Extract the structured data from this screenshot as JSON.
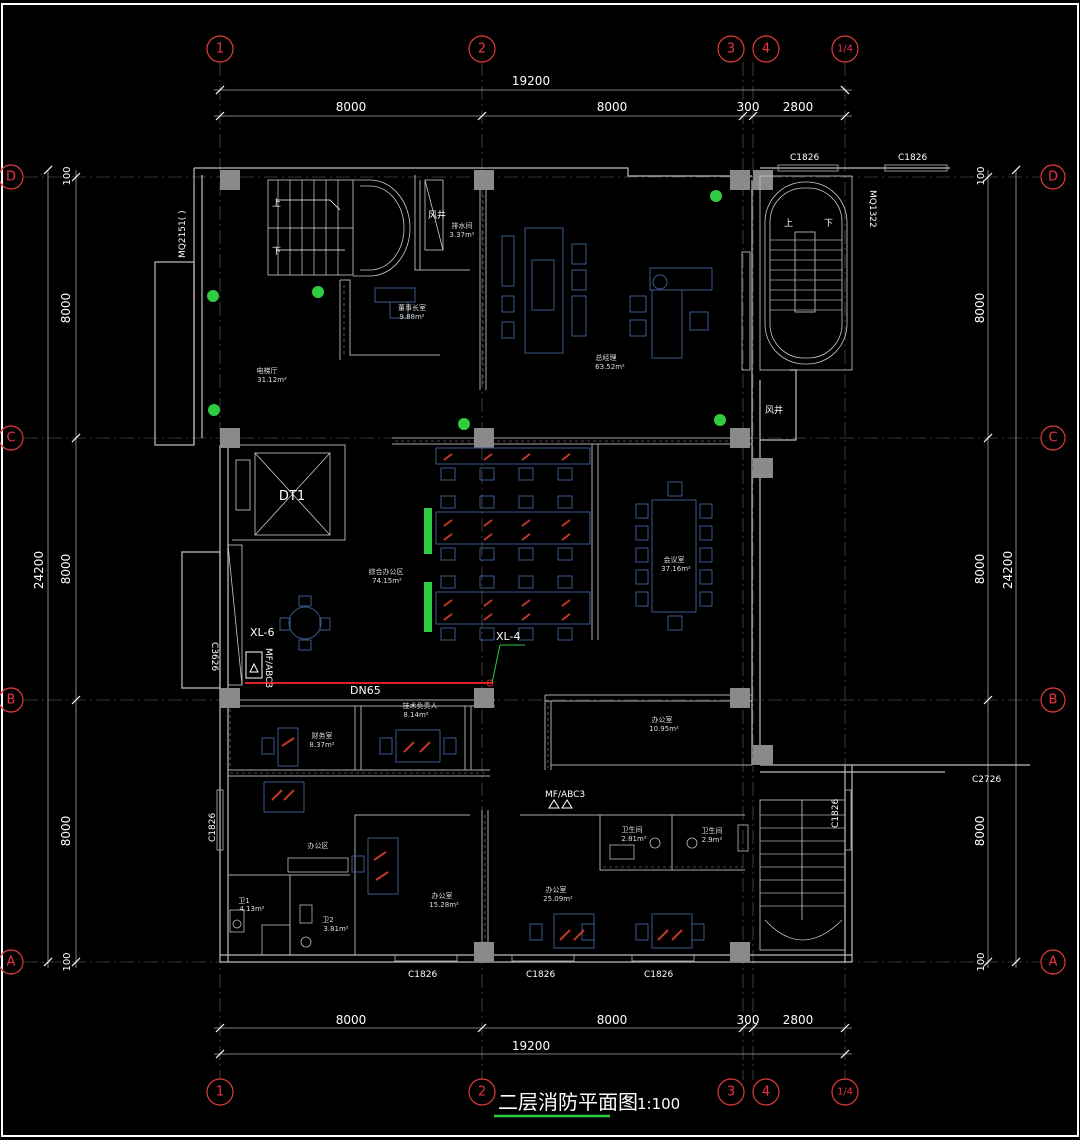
{
  "drawing": {
    "title": "二层消防平面图",
    "title_suffix": "1:100",
    "colors": {
      "background": "#000000",
      "wall": "#bdbdbd",
      "axis": "#e33b3b",
      "furniture": "#3a5a8c",
      "chair_accent": "#c0392b",
      "plant": "#2ecc40",
      "pipe": "#e02020"
    }
  },
  "dimensions": {
    "top_total": "19200",
    "top_segments": [
      "8000",
      "8000",
      "300",
      "2800"
    ],
    "bottom_total": "19200",
    "bottom_segments": [
      "8000",
      "8000",
      "300",
      "2800"
    ],
    "left_total": "24200",
    "left_segments": [
      "100",
      "8000",
      "8000",
      "8000",
      "100"
    ],
    "right_total": "24200",
    "right_segments": [
      "100",
      "8000",
      "8000",
      "8000",
      "100"
    ]
  },
  "axes": {
    "columns": [
      "1",
      "2",
      "3",
      "4",
      "1/4"
    ],
    "rows": [
      "D",
      "C",
      "B",
      "A"
    ]
  },
  "windows": [
    "C1826",
    "C1826",
    "C1826",
    "C1826",
    "C1826",
    "C1826",
    "C1826",
    "C2726",
    "C3626",
    "MQ1322",
    "MQ2151(  )"
  ],
  "rooms": [
    {
      "name": "排水间",
      "area": "3.37m²"
    },
    {
      "name": "董事长室",
      "area": "9.88m²"
    },
    {
      "name": "总经理",
      "area": "63.52m²"
    },
    {
      "name": "电梯厅",
      "area": "31.12m²"
    },
    {
      "name": "综合办公区",
      "area": "74.15m²"
    },
    {
      "name": "会议室",
      "area": "37.16m²"
    },
    {
      "name": "技术负责人",
      "area": "8.14m²"
    },
    {
      "name": "财务室",
      "area": "8.37m²"
    },
    {
      "name": "办公室",
      "area": "10.95m²"
    },
    {
      "name": "卫生间",
      "area": "2.81m²"
    },
    {
      "name": "卫生间",
      "area": "2.9m²"
    },
    {
      "name": "办公室",
      "area": "15.28m²"
    },
    {
      "name": "办公室",
      "area": "25.09m²"
    },
    {
      "name": "卫1",
      "area": "4.13m²"
    },
    {
      "name": "卫2",
      "area": "3.81m²"
    },
    {
      "name": "办公区",
      "area": ""
    }
  ],
  "labels": {
    "stair_up": "上",
    "stair_down": "下",
    "shaft": "风井",
    "elevator": "DT1",
    "beam_left": "XL-6",
    "beam_mid": "XL-4",
    "extinguisher_1": "MF/ABC3",
    "extinguisher_2": "MF/ABC3",
    "pipe": "DN65"
  }
}
